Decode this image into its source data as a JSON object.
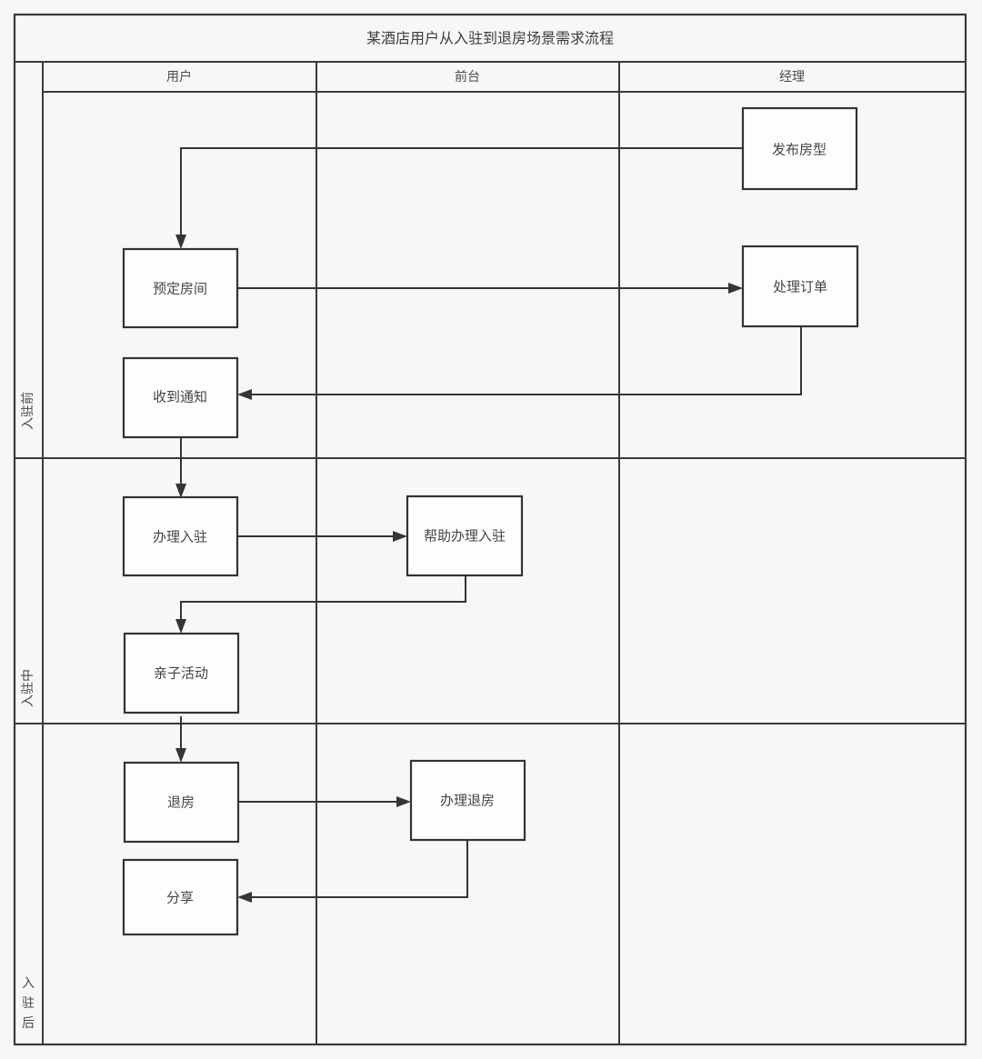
{
  "diagram": {
    "kind": "swimlane-flowchart",
    "title": "某酒店用户从入驻到退房场景需求流程",
    "colors": {
      "background": "#f7f7f7",
      "node_fill": "#fdfdfd",
      "node_stroke": "#333333",
      "line": "#353535",
      "text": "#444444"
    },
    "columns": [
      {
        "id": "user",
        "label": "用户"
      },
      {
        "id": "frontdesk",
        "label": "前台"
      },
      {
        "id": "manager",
        "label": "经理"
      }
    ],
    "lanes": [
      {
        "id": "before",
        "label": "入驻前",
        "orientation": "rotated"
      },
      {
        "id": "during",
        "label": "入驻中",
        "orientation": "rotated"
      },
      {
        "id": "after",
        "label": "入驻后",
        "orientation": "stacked",
        "chars": [
          "入",
          "驻",
          "后"
        ]
      }
    ],
    "nodes": [
      {
        "id": "n1",
        "label": "发布房型",
        "column": "manager",
        "lane": "before"
      },
      {
        "id": "n2",
        "label": "预定房间",
        "column": "user",
        "lane": "before"
      },
      {
        "id": "n3",
        "label": "处理订单",
        "column": "manager",
        "lane": "before"
      },
      {
        "id": "n4",
        "label": "收到通知",
        "column": "user",
        "lane": "before"
      },
      {
        "id": "n5",
        "label": "办理入驻",
        "column": "user",
        "lane": "during"
      },
      {
        "id": "n6",
        "label": "帮助办理入驻",
        "column": "frontdesk",
        "lane": "during"
      },
      {
        "id": "n7",
        "label": "亲子活动",
        "column": "user",
        "lane": "during"
      },
      {
        "id": "n8",
        "label": "退房",
        "column": "user",
        "lane": "after"
      },
      {
        "id": "n9",
        "label": "办理退房",
        "column": "frontdesk",
        "lane": "after"
      },
      {
        "id": "n10",
        "label": "分享",
        "column": "user",
        "lane": "after"
      }
    ],
    "edges": [
      {
        "from": "n1",
        "to": "n2",
        "label": ""
      },
      {
        "from": "n2",
        "to": "n3",
        "label": ""
      },
      {
        "from": "n3",
        "to": "n4",
        "label": ""
      },
      {
        "from": "n4",
        "to": "n5",
        "label": ""
      },
      {
        "from": "n5",
        "to": "n6",
        "label": ""
      },
      {
        "from": "n6",
        "to": "n7",
        "label": ""
      },
      {
        "from": "n7",
        "to": "n8",
        "label": ""
      },
      {
        "from": "n8",
        "to": "n9",
        "label": ""
      },
      {
        "from": "n9",
        "to": "n10",
        "label": ""
      }
    ]
  }
}
